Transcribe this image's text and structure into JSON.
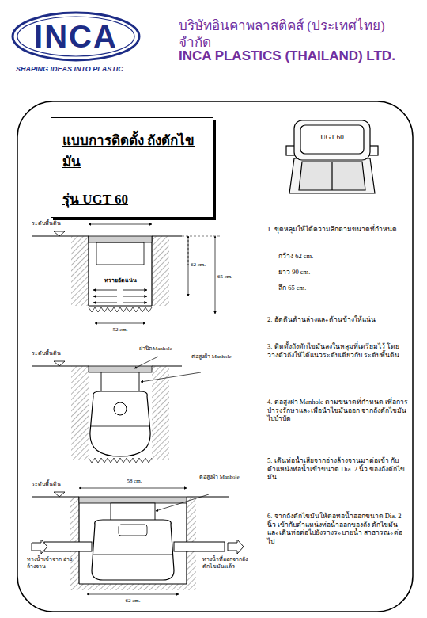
{
  "diagram": {
    "title": "แบบการติดตั้ง ถังดักไขมัน",
    "nodes": [
      {
        "text": [
          "INCA"
        ]
      },
      {
        "text": [
          "แบบการติดตั้ง ถังดักไขมัน",
          "รุ่น UGT 60"
        ]
      }
    ],
    "labels": [
      "บริษัทอินคาพลาสติคส์ (ประเทศไทย) จำกัด",
      "INCA PLASTICS (THAILAND) LTD.",
      "SHAPING IDEAS INTO PLASTIC",
      "UGT 60",
      "ระดับพื้นดิน",
      "62 cm.",
      "62 cm.",
      "65 cm.",
      "ทรายอัดแน่น",
      "52 cm.",
      "ระดับพื้นดิน",
      "ฝาปิดManhole",
      "ต่อสูงฝ้า Manhole",
      "ระดับพื้นดิน",
      "58 cm.",
      "ต่อสูงฝ้า Manhole",
      "ทางน้ำเข้าจาก อ่างล้างจาน",
      "ทางน้ำที่ออกจากถัง ดักไขมันแล้ว",
      "62 cm.",
      "1. ขุดหลุมให้ได้ความลึกตามขนาดที่กำหนด",
      "กว้าง 62 cm.",
      "ยาว 90 cm.",
      "ลึก 65 cm.",
      "2. อัดดินด้านล่างและด้านข้างให้แน่น",
      "3. ติดตั้งถังดักไขมันลงในหลุมที่เตรียมไว้ โดยวางตัวถังให้ได้แนวระดับเดียวกับ ระดับพื้นดิน",
      "4. ต่อสูงฝา Manhole ตามขนาดที่กำหนด เพื่อการบำรุงรักษาและเพื่อนำไขมันออก จากถังดักไขมันไปบำบัด",
      "5. เดินท่อน้ำเสียจากอ่างล้างจานมาต่อเข้า กับตำแหน่งท่อน้ำเข้าขนาด Dia. 2 นิ้ว ของถังดักไขมัน",
      "6. จากถังดักไขมันให้ต่อท่อน้ำออกขนาด Dia. 2 นิ้ว เข้ากับตำแหน่งท่อน้ำออกของถัง ดักไขมัน และเดินท่อต่อไปยังรางระบายน้ำ สาธารณะต่อไป"
    ]
  }
}
